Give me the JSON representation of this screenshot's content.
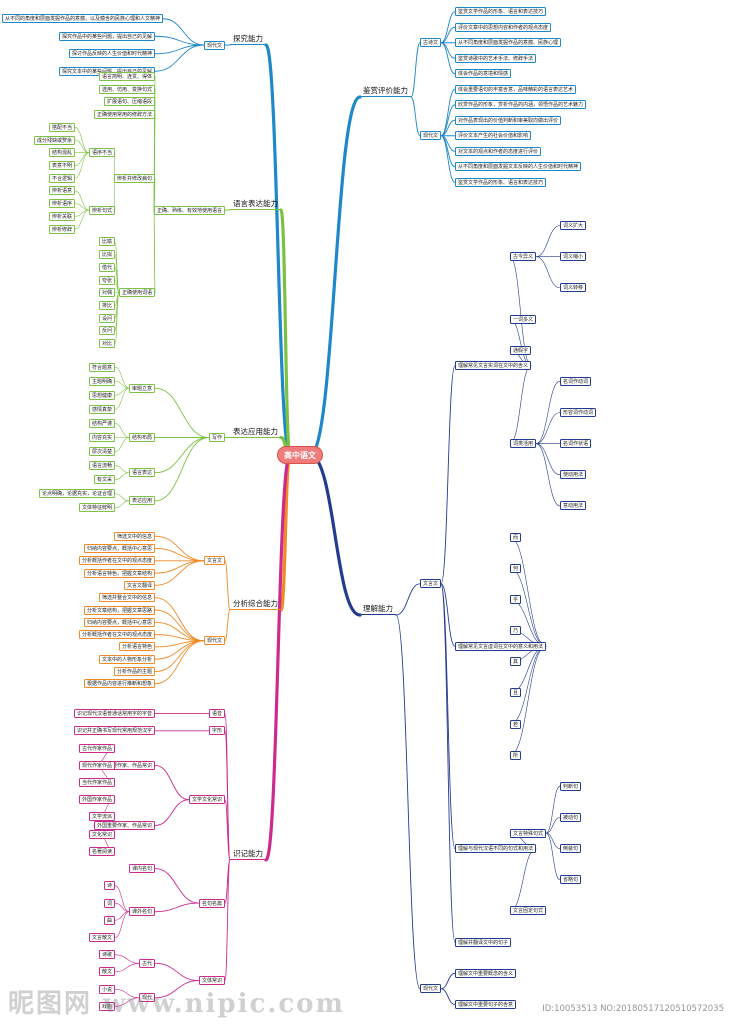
{
  "colors": {
    "red": "#d9534f",
    "blue": "#1e88c8",
    "green": "#7cc242",
    "orange": "#f08a24",
    "magenta": "#cc2a8f",
    "navy": "#243c8f"
  },
  "root": "高中语文",
  "branches": [
    {
      "label": "探究能力",
      "color": "blue",
      "children": [
        {
          "label": "现代文",
          "children": [
            {
              "label": "从不同的角度和层面发掘作品的意蕴，以及蕴含的民族心理和人文精神"
            },
            {
              "label": "探究作品中的某些问题，提出自己的见解"
            },
            {
              "label": "探讨作品反映的人生价值和时代精神"
            },
            {
              "label": "探究文本中的某些问题，提出自己的见解"
            }
          ]
        }
      ]
    },
    {
      "label": "鉴赏评价能力",
      "color": "blue",
      "children": [
        {
          "label": "古诗文",
          "children": [
            {
              "label": "鉴赏文学作品的形象、语言和表达技巧"
            },
            {
              "label": "评价文章中的思想内容和作者的观点态度"
            },
            {
              "label": "从不同角度和层面发掘作品的意蕴、民族心理"
            },
            {
              "label": "鉴赏诗歌中的艺术手法、修辞手法"
            },
            {
              "label": "体会作品的意境和情感"
            }
          ]
        },
        {
          "label": "现代文",
          "children": [
            {
              "label": "体会重要语句的丰富含意，品味精彩的语言表达艺术"
            },
            {
              "label": "欣赏作品的形象，赏析作品的内涵，领悟作品的艺术魅力"
            },
            {
              "label": "对作品表现出的价值判断和审美取向做出评价"
            },
            {
              "label": "评价文本产生的社会价值和影响"
            },
            {
              "label": "对文本的观点和作者的态度进行评价"
            },
            {
              "label": "从不同角度和层面发掘文本反映的人生价值和时代精神"
            },
            {
              "label": "鉴赏文学作品的形象、语言和表达技巧"
            }
          ]
        }
      ]
    },
    {
      "label": "语言表达能力",
      "color": "green",
      "children": [
        {
          "label": "正确、熟练、有效地使用语言",
          "children": [
            {
              "label": "语言简明、连贯、得体"
            },
            {
              "label": "选用、仿用、变换句式"
            },
            {
              "label": "扩展语句、压缩语段"
            },
            {
              "label": "正确使用常用的修辞方法"
            },
            {
              "label": "辨析并修改病句",
              "children": [
                {
                  "label": "语序不当",
                  "children": [
                    {
                      "label": "搭配不当"
                    },
                    {
                      "label": "成分残缺或赘余"
                    },
                    {
                      "label": "结构混乱"
                    },
                    {
                      "label": "表意不明"
                    },
                    {
                      "label": "不合逻辑"
                    }
                  ]
                },
                {
                  "label": "辨析句式",
                  "children": [
                    {
                      "label": "辨析语意"
                    },
                    {
                      "label": "辨析语序"
                    },
                    {
                      "label": "辨析关联"
                    },
                    {
                      "label": "辨析修辞"
                    }
                  ]
                }
              ]
            },
            {
              "label": "正确使用词语",
              "children": [
                {
                  "label": "比喻"
                },
                {
                  "label": "比拟"
                },
                {
                  "label": "借代"
                },
                {
                  "label": "夸张"
                },
                {
                  "label": "对偶"
                },
                {
                  "label": "排比"
                },
                {
                  "label": "设问"
                },
                {
                  "label": "反问"
                },
                {
                  "label": "对比"
                }
              ]
            }
          ]
        }
      ]
    },
    {
      "label": "表达应用能力",
      "color": "green",
      "children": [
        {
          "label": "写作",
          "children": [
            {
              "label": "审题立意",
              "children": [
                {
                  "label": "符合题意"
                },
                {
                  "label": "主题明确"
                },
                {
                  "label": "思想健康"
                },
                {
                  "label": "感情真挚"
                }
              ]
            },
            {
              "label": "结构布局",
              "children": [
                {
                  "label": "结构严谨"
                },
                {
                  "label": "内容充实"
                },
                {
                  "label": "层次清楚"
                }
              ]
            },
            {
              "label": "语言表达",
              "children": [
                {
                  "label": "语言流畅"
                },
                {
                  "label": "有文采"
                }
              ]
            },
            {
              "label": "表达应用",
              "children": [
                {
                  "label": "论点明确，论据充实，论证合理"
                },
                {
                  "label": "文体特征鲜明"
                }
              ]
            }
          ]
        }
      ]
    },
    {
      "label": "分析综合能力",
      "color": "orange",
      "children": [
        {
          "label": "文言文",
          "children": [
            {
              "label": "筛选文中的信息"
            },
            {
              "label": "归纳内容要点，概括中心意思"
            },
            {
              "label": "分析概括作者在文中的观点态度"
            },
            {
              "label": "分析语言特色，把握文章结构"
            },
            {
              "label": "文言文翻译"
            }
          ]
        },
        {
          "label": "现代文",
          "children": [
            {
              "label": "筛选并整合文中的信息"
            },
            {
              "label": "分析文章结构，把握文章思路"
            },
            {
              "label": "归纳内容要点，概括中心意思"
            },
            {
              "label": "分析概括作者在文中的观点态度"
            },
            {
              "label": "分析语言特色"
            },
            {
              "label": "文本中的人物形象分析"
            },
            {
              "label": "分析作品的主题"
            },
            {
              "label": "根据作品内容进行推断和想象"
            }
          ]
        }
      ]
    },
    {
      "label": "识记能力",
      "color": "magenta",
      "children": [
        {
          "label": "语音",
          "children": [
            {
              "label": "识记现代汉语普通话常用字的字音"
            }
          ]
        },
        {
          "label": "字形",
          "children": [
            {
              "label": "识记并正确书写现代常用规范汉字"
            }
          ]
        },
        {
          "label": "文学文化常识",
          "children": [
            {
              "label": "中国重要作家、作品常识",
              "children": [
                {
                  "label": "古代作家作品"
                },
                {
                  "label": "现代作家作品"
                },
                {
                  "label": "当代作家作品"
                }
              ]
            },
            {
              "label": "外国重要作家、作品常识",
              "children": [
                {
                  "label": "外国作家作品"
                },
                {
                  "label": "文学流派"
                },
                {
                  "label": "文化常识"
                },
                {
                  "label": "名著阅读"
                }
              ]
            }
          ]
        },
        {
          "label": "名句名篇",
          "children": [
            {
              "label": "课内名句"
            },
            {
              "label": "课外名句",
              "children": [
                {
                  "label": "诗"
                },
                {
                  "label": "词"
                },
                {
                  "label": "曲"
                },
                {
                  "label": "文言散文"
                }
              ]
            }
          ]
        },
        {
          "label": "文体常识",
          "children": [
            {
              "label": "古代",
              "children": [
                {
                  "label": "诗歌"
                },
                {
                  "label": "散文"
                }
              ]
            },
            {
              "label": "现代",
              "children": [
                {
                  "label": "小说"
                },
                {
                  "label": "戏剧"
                }
              ]
            }
          ]
        }
      ]
    },
    {
      "label": "理解能力",
      "color": "navy",
      "children": [
        {
          "label": "文言文",
          "children": [
            {
              "label": "理解常见文言实词在文中的含义",
              "children": [
                {
                  "label": "古今异义",
                  "children": [
                    {
                      "label": "词义扩大"
                    },
                    {
                      "label": "词义缩小"
                    },
                    {
                      "label": "词义转移"
                    }
                  ]
                },
                {
                  "label": "一词多义"
                },
                {
                  "label": "通假字"
                },
                {
                  "label": "词类活用",
                  "children": [
                    {
                      "label": "名词作动词"
                    },
                    {
                      "label": "形容词作动词"
                    },
                    {
                      "label": "名词作状语"
                    },
                    {
                      "label": "使动用法"
                    },
                    {
                      "label": "意动用法"
                    }
                  ]
                }
              ]
            },
            {
              "label": "理解常见文言虚词在文中的意义和用法",
              "children": [
                {
                  "label": "而"
                },
                {
                  "label": "何"
                },
                {
                  "label": "乎"
                },
                {
                  "label": "乃"
                },
                {
                  "label": "其"
                },
                {
                  "label": "且"
                },
                {
                  "label": "若"
                },
                {
                  "label": "所"
                }
              ]
            },
            {
              "label": "理解与现代汉语不同的句式和用法",
              "children": [
                {
                  "label": "文言特殊句式",
                  "children": [
                    {
                      "label": "判断句"
                    },
                    {
                      "label": "被动句"
                    },
                    {
                      "label": "倒装句"
                    },
                    {
                      "label": "省略句"
                    }
                  ]
                },
                {
                  "label": "文言固定句式"
                }
              ]
            },
            {
              "label": "理解并翻译文中的句子"
            }
          ]
        },
        {
          "label": "现代文",
          "children": [
            {
              "label": "理解文中重要概念的含义"
            },
            {
              "label": "理解文中重要句子的含意"
            }
          ]
        }
      ]
    }
  ],
  "watermark": {
    "left": "昵图网 www.nipic.com",
    "right": "ID:10053513 NO:20180517120510572035"
  }
}
